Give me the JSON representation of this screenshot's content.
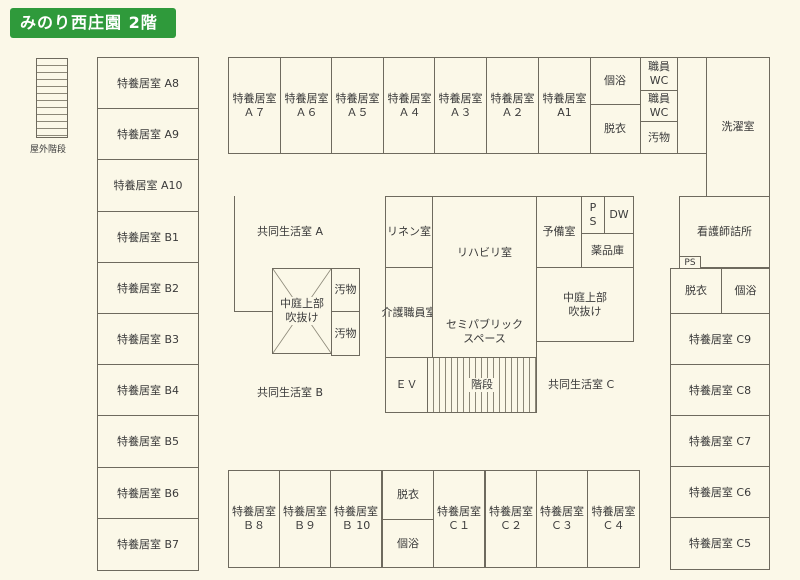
{
  "title": "みのり西庄園 2階",
  "outer_stairs_label": "屋外階段",
  "west_rooms": [
    "特養居室 A8",
    "特養居室 A9",
    "特養居室 A10",
    "特養居室 B1",
    "特養居室 B2",
    "特養居室 B3",
    "特養居室 B4",
    "特養居室 B5",
    "特養居室 B6",
    "特養居室 B7"
  ],
  "north_rooms": [
    [
      "特養居室",
      "Ａ７"
    ],
    [
      "特養居室",
      "Ａ６"
    ],
    [
      "特養居室",
      "Ａ５"
    ],
    [
      "特養居室",
      "Ａ４"
    ],
    [
      "特養居室",
      "Ａ３"
    ],
    [
      "特養居室",
      "Ａ２"
    ],
    [
      "特養居室",
      "A1"
    ]
  ],
  "north_service": {
    "private_bath": "個浴",
    "changing": "脱衣",
    "staff_wc_1": [
      "職員",
      "WC"
    ],
    "staff_wc_2": [
      "職員",
      "WC"
    ],
    "soiled": "汚物",
    "laundry": "洗濯室"
  },
  "nurse_station": "看護師詰所",
  "east_service": {
    "ps": "PS",
    "changing": "脱衣",
    "private_bath": "個浴"
  },
  "east_rooms": [
    "特養居室 C9",
    "特養居室 C8",
    "特養居室 C7",
    "特養居室 C6",
    "特養居室 C5"
  ],
  "south_rooms": [
    [
      "特養居室",
      "Ｂ８"
    ],
    [
      "特養居室",
      "Ｂ９"
    ],
    [
      "特養居室",
      "Ｂ 10"
    ],
    [
      "特養居室",
      "Ｃ１"
    ],
    [
      "特養居室",
      "Ｃ２"
    ],
    [
      "特養居室",
      "Ｃ３"
    ],
    [
      "特養居室",
      "Ｃ４"
    ]
  ],
  "south_service": {
    "changing": "脱衣",
    "private_bath": "個浴"
  },
  "center": {
    "living_a": "共同生活室 A",
    "living_b": "共同生活室 B",
    "living_c": "共同生活室 C",
    "courtyard_left": [
      "中庭上部",
      "吹抜け"
    ],
    "soiled_1": "汚物",
    "soiled_2": "汚物",
    "linen": "リネン室",
    "care_staff": "介護職員室",
    "rehab": "リハビリ室",
    "semi_public": [
      "セミパブリック",
      "スペース"
    ],
    "spare": "予備室",
    "ps": [
      "P",
      "S"
    ],
    "dw": "DW",
    "medicine": "薬品庫",
    "courtyard_right": [
      "中庭上部",
      "吹抜け"
    ],
    "ev": "ＥＶ",
    "stairs": "階段"
  }
}
